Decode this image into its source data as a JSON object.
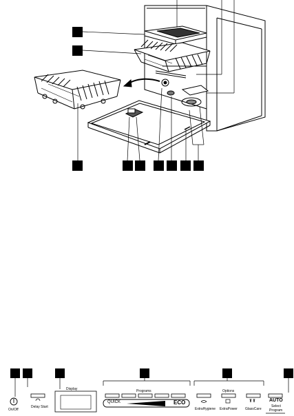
{
  "upper_figure": {
    "callouts": [
      "",
      "",
      "",
      "",
      "",
      "",
      "",
      "",
      "",
      "",
      "",
      "",
      ""
    ]
  },
  "control_panel": {
    "callouts": [
      "",
      "",
      "",
      "",
      "",
      ""
    ],
    "power_caption": "On/Off",
    "delay_caption": "Delay Start",
    "display_group_label": "Display",
    "programs_group_label": "Programs",
    "eco_left_label": "QUICK",
    "eco_right_label": "ECO",
    "options_group_label": "Options",
    "option_1_caption": "ExtraHygiene",
    "option_2_caption": "ExtraPower",
    "option_3_caption": "GlassCare",
    "auto_label": "AUTO",
    "auto_caption_1": "Select",
    "auto_caption_2": "Program"
  }
}
